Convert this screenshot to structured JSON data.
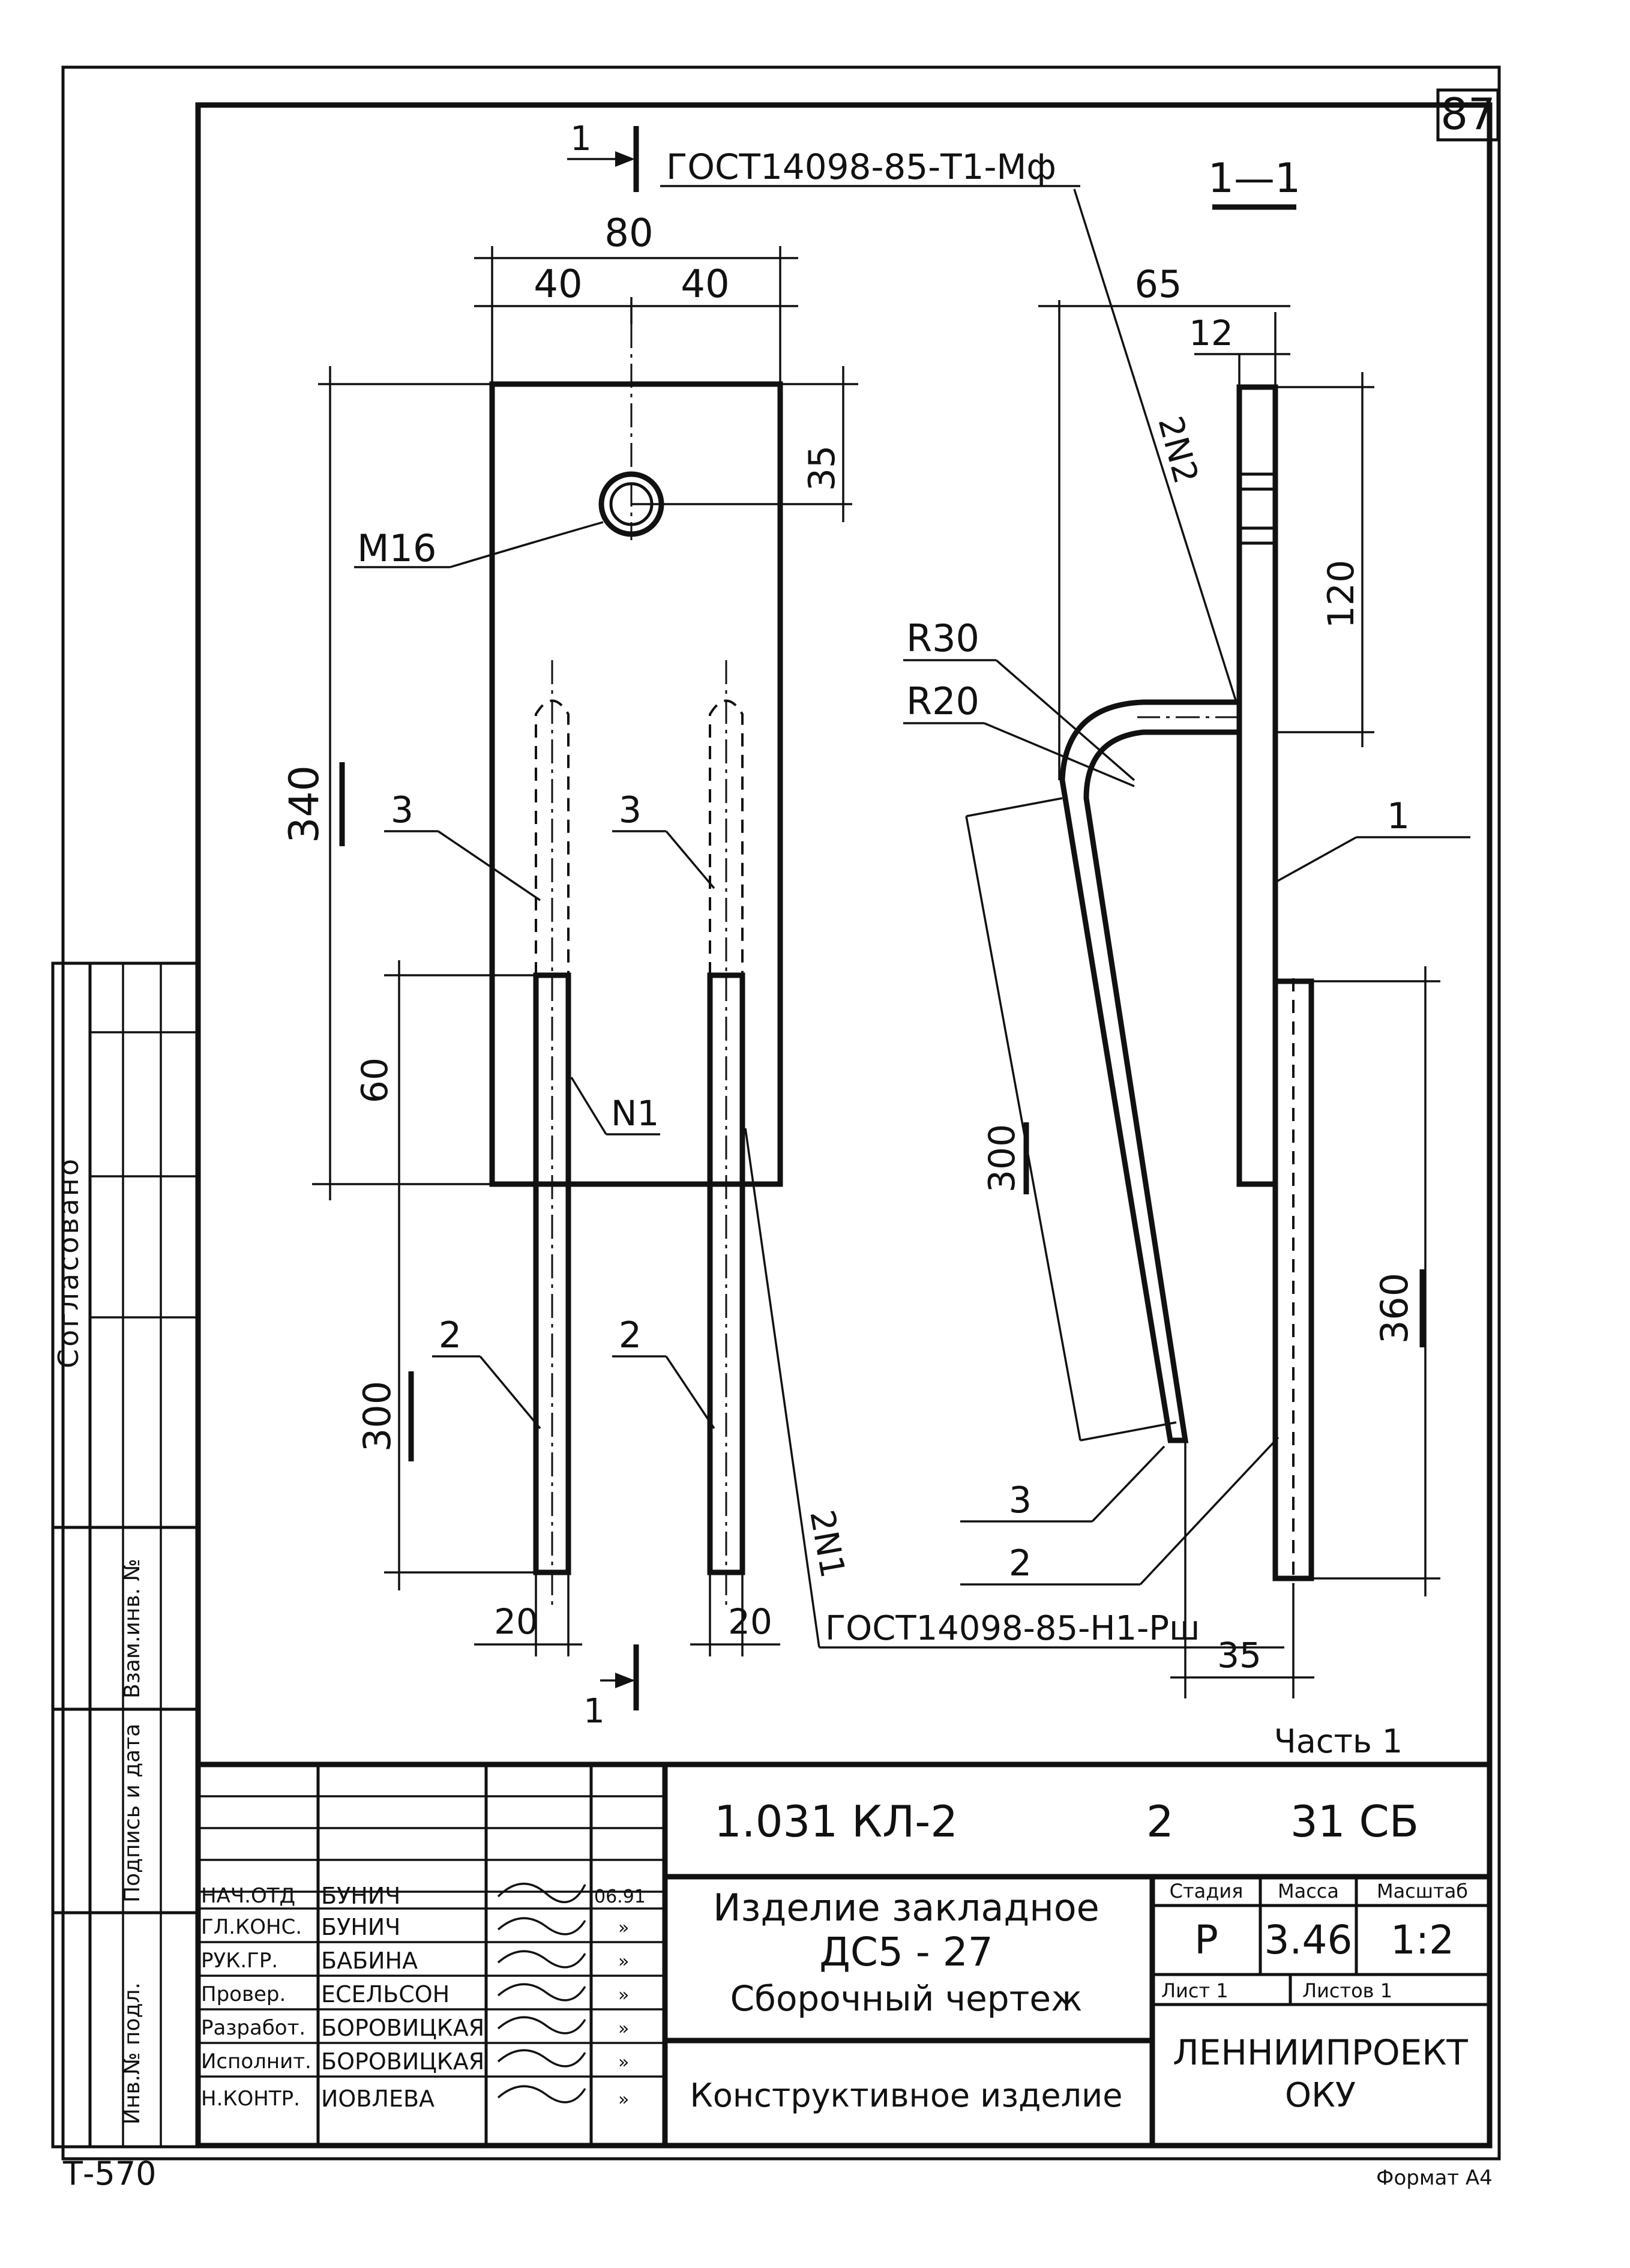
{
  "sheet_number": "87",
  "format_code": "Т-570",
  "format_label": "Формат А4",
  "part_label": "Часть 1",
  "side_stamp": {
    "agreed": "Согласовано",
    "columns": [
      "Взам.инв. №",
      "Подпись и дата",
      "Инв.№ подл."
    ]
  },
  "section_mark": {
    "num": "1",
    "label": "1—1"
  },
  "callouts": {
    "weld_top": "ГОСТ14098-85-Т1-Мф",
    "weld_bottom": "ГОСТ14098-85-Н1-Рш",
    "weld_n1": "N1",
    "weld_2n1": "2N1",
    "weld_2n2": "2N2",
    "thread": "М16",
    "radius_outer": "R30",
    "radius_inner": "R20",
    "pos1": "1",
    "pos2": "2",
    "pos3": "3"
  },
  "dimensions": {
    "d80": "80",
    "d40a": "40",
    "d40b": "40",
    "d35": "35",
    "d340": "340",
    "d60": "60",
    "d300": "300",
    "d20a": "20",
    "d20b": "20",
    "d65": "65",
    "d12": "12",
    "d120": "120",
    "d300r": "300",
    "d360": "360",
    "d35r": "35"
  },
  "title_block": {
    "designation": "1.031 КЛ-2",
    "issue": "2",
    "doc_code": "31 СБ",
    "name_line1": "Изделие закладное",
    "name_line2": "ДС5 - 27",
    "name_line3": "Сборочный чертеж",
    "category": "Конструктивное изделие",
    "stage_label": "Стадия",
    "mass_label": "Масса",
    "scale_label": "Масштаб",
    "stage": "Р",
    "mass": "3.46",
    "scale": "1:2",
    "sheet_label": "Лист 1",
    "sheets_label": "Листов 1",
    "org_line1": "ЛЕННИИПРОЕКТ",
    "org_line2": "ОКУ",
    "date": "06.91",
    "signers": [
      {
        "role": "НАЧ.ОТД",
        "name": "БУНИЧ",
        "date": "06.91"
      },
      {
        "role": "ГЛ.КОНС.",
        "name": "БУНИЧ",
        "date": "»"
      },
      {
        "role": "РУК.ГР.",
        "name": "БАБИНА",
        "date": "»"
      },
      {
        "role": "Провер.",
        "name": "ЕСЕЛЬСОН",
        "date": "»"
      },
      {
        "role": "Разработ.",
        "name": "БОРОВИЦКАЯ",
        "date": "»"
      },
      {
        "role": "Исполнит.",
        "name": "БОРОВИЦКАЯ",
        "date": "»"
      },
      {
        "role": "Н.КОНТР.",
        "name": "ИОВЛЕВА",
        "date": "»"
      }
    ]
  }
}
